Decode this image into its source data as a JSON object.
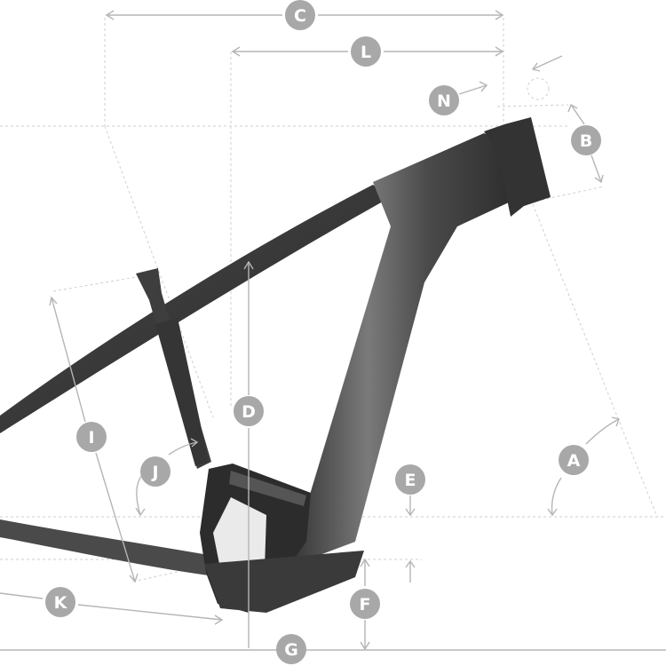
{
  "diagram": {
    "labels": {
      "A": "A",
      "B": "B",
      "C": "C",
      "D": "D",
      "E": "E",
      "F": "F",
      "G": "G",
      "I": "I",
      "J": "J",
      "K": "K",
      "L": "L",
      "N": "N"
    },
    "colors": {
      "background": "#ffffff",
      "frame": "#3b3b3b",
      "frame_highlight": "#6a6a6a",
      "guide": "#cfcfcf",
      "dimension": "#b5b5b5",
      "badge": "#a8a8a8",
      "badge_text": "#ffffff"
    }
  }
}
